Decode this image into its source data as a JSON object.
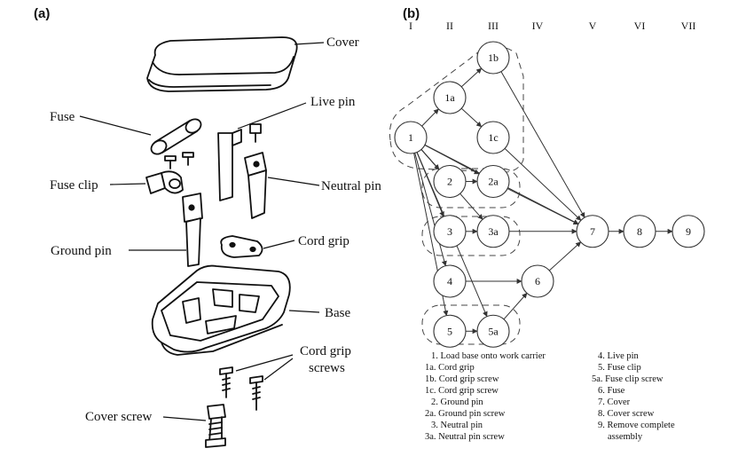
{
  "panel_a": {
    "label": "(a)",
    "callouts": {
      "cover": "Cover",
      "fuse": "Fuse",
      "live_pin": "Live pin",
      "fuse_clip": "Fuse clip",
      "neutral_pin": "Neutral pin",
      "ground_pin": "Ground pin",
      "cord_grip": "Cord grip",
      "base": "Base",
      "cord_grip_screws_line1": "Cord grip",
      "cord_grip_screws_line2": "screws",
      "cover_screw": "Cover screw"
    }
  },
  "panel_b": {
    "label": "(b)",
    "stages": [
      "I",
      "II",
      "III",
      "IV",
      "V",
      "VI",
      "VII"
    ],
    "nodes": [
      {
        "id": "1",
        "stage": 1,
        "row": 2.0
      },
      {
        "id": "1a",
        "stage": 2,
        "row": 1.0
      },
      {
        "id": "1b",
        "stage": 3,
        "row": 0.0
      },
      {
        "id": "1c",
        "stage": 3,
        "row": 2.0
      },
      {
        "id": "2",
        "stage": 2,
        "row": 3.1
      },
      {
        "id": "2a",
        "stage": 3,
        "row": 3.1
      },
      {
        "id": "3",
        "stage": 2,
        "row": 4.35
      },
      {
        "id": "3a",
        "stage": 3,
        "row": 4.35
      },
      {
        "id": "4",
        "stage": 2,
        "row": 5.6
      },
      {
        "id": "6",
        "stage": 4,
        "row": 5.6
      },
      {
        "id": "5",
        "stage": 2,
        "row": 6.85
      },
      {
        "id": "5a",
        "stage": 3,
        "row": 6.85
      },
      {
        "id": "7",
        "stage": 5,
        "row": 4.35
      },
      {
        "id": "8",
        "stage": 6,
        "row": 4.35
      },
      {
        "id": "9",
        "stage": 7,
        "row": 4.35
      }
    ],
    "edges": [
      [
        "1",
        "1a"
      ],
      [
        "1a",
        "1b"
      ],
      [
        "1a",
        "1c"
      ],
      [
        "1b",
        "7"
      ],
      [
        "1c",
        "7"
      ],
      [
        "1",
        "2"
      ],
      [
        "1",
        "3"
      ],
      [
        "1",
        "4"
      ],
      [
        "1",
        "5"
      ],
      [
        "1",
        "2a"
      ],
      [
        "1",
        "3a"
      ],
      [
        "1",
        "5a"
      ],
      [
        "2",
        "2a"
      ],
      [
        "3",
        "3a"
      ],
      [
        "5",
        "5a"
      ],
      [
        "2a",
        "7"
      ],
      [
        "3a",
        "7"
      ],
      [
        "4",
        "6"
      ],
      [
        "5a",
        "6"
      ],
      [
        "6",
        "7"
      ],
      [
        "1",
        "7"
      ],
      [
        "7",
        "8"
      ],
      [
        "8",
        "9"
      ]
    ],
    "legend_left": [
      "1. Load base onto work carrier",
      "1a. Cord grip",
      "1b. Cord grip screw",
      "1c. Cord grip screw",
      "2. Ground pin",
      "2a. Ground pin screw",
      "3. Neutral pin",
      "3a. Neutral pin screw"
    ],
    "legend_right": [
      "4. Live pin",
      "5. Fuse clip",
      "5a. Fuse clip screw",
      "6. Fuse",
      "7. Cover",
      "8. Cover screw",
      "9. Remove complete",
      "assembly"
    ]
  }
}
